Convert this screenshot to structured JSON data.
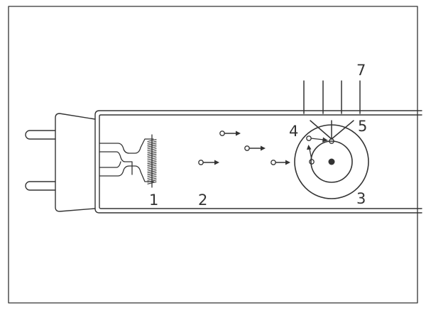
{
  "diagram": {
    "labels": {
      "filament": "1",
      "tube_interior": "2",
      "atom": "3",
      "electron_excited": "4",
      "electron_ground": "5",
      "photons": "7"
    },
    "colors": {
      "line": "#333333",
      "tube_fill": "#ffffff",
      "background": "#ffffff"
    }
  }
}
